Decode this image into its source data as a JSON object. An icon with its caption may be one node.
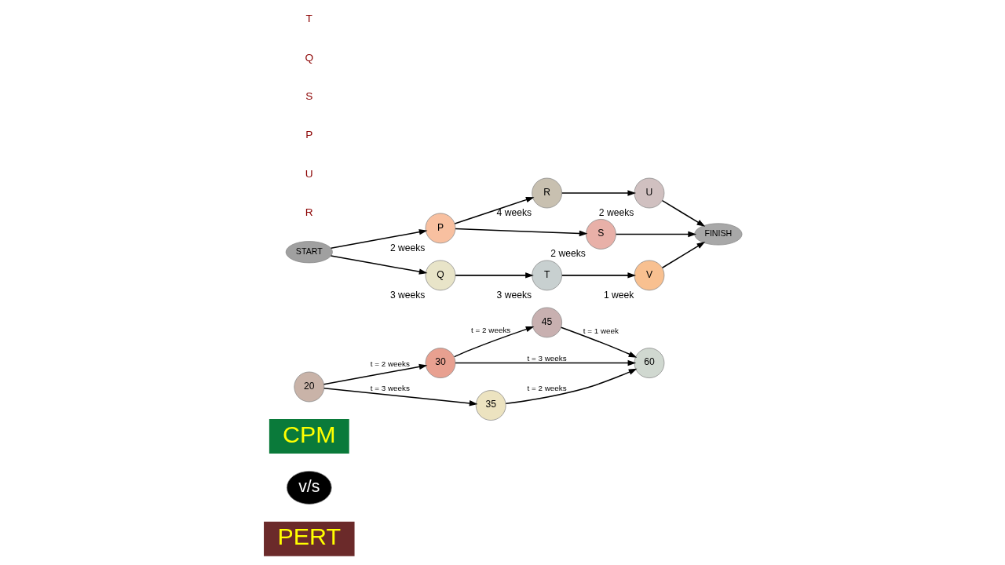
{
  "diagram": {
    "nodes": [
      {
        "text": [
          "PERT"
        ]
      },
      {
        "text": [
          "v/s"
        ]
      },
      {
        "text": [
          "CPM"
        ]
      },
      {
        "text": [
          "20"
        ]
      },
      {
        "text": [
          "30"
        ]
      },
      {
        "text": [
          "45"
        ]
      },
      {
        "text": [
          "35"
        ]
      },
      {
        "text": [
          "60"
        ]
      },
      {
        "text": [
          "START"
        ]
      },
      {
        "text": [
          "P"
        ],
        "beside": [
          "2 weeks"
        ]
      },
      {
        "text": [
          "R"
        ],
        "beside": [
          "4 weeks"
        ]
      },
      {
        "text": [
          "U"
        ],
        "beside": [
          "2 weeks"
        ]
      },
      {
        "text": [
          "S"
        ],
        "beside": [
          "2 weeks"
        ]
      },
      {
        "text": [
          "Q"
        ],
        "beside": [
          "3 weeks"
        ]
      },
      {
        "text": [
          "T"
        ],
        "beside": [
          "3 weeks"
        ]
      },
      {
        "text": [
          "V"
        ],
        "beside": [
          "1 week"
        ]
      },
      {
        "text": [
          "FINISH"
        ]
      }
    ],
    "edges": [
      {
        "from": 3,
        "to": 4,
        "arrow": "to",
        "label": "t = 2 weeks"
      },
      {
        "from": 4,
        "to": 5,
        "arrow": "to",
        "label": "t = 2 weeks"
      },
      {
        "from": 5,
        "to": 7,
        "arrow": "to",
        "label": "t = 1 week"
      },
      {
        "from": 4,
        "to": 7,
        "arrow": "to",
        "label": "t = 3 weeks"
      },
      {
        "from": 3,
        "to": 6,
        "arrow": "to",
        "label": "t = 3 weeks"
      },
      {
        "from": 6,
        "to": 7,
        "arrow": "to",
        "label": "t = 2 weeks"
      },
      {
        "from": 8,
        "to": 9,
        "arrow": "to"
      },
      {
        "from": 8,
        "to": 13,
        "arrow": "to"
      },
      {
        "from": 9,
        "to": 10,
        "arrow": "to"
      },
      {
        "from": 9,
        "to": 12,
        "arrow": "to"
      },
      {
        "from": 10,
        "to": 11,
        "arrow": "to"
      },
      {
        "from": 11,
        "to": 16,
        "arrow": "to"
      },
      {
        "from": 12,
        "to": 16,
        "arrow": "to"
      },
      {
        "from": 13,
        "to": 14,
        "arrow": "to"
      },
      {
        "from": 14,
        "to": 15,
        "arrow": "to"
      },
      {
        "from": 15,
        "to": 16,
        "arrow": "to"
      }
    ],
    "labels": [
      "R",
      "U",
      "P",
      "S",
      "Q",
      "T"
    ]
  }
}
